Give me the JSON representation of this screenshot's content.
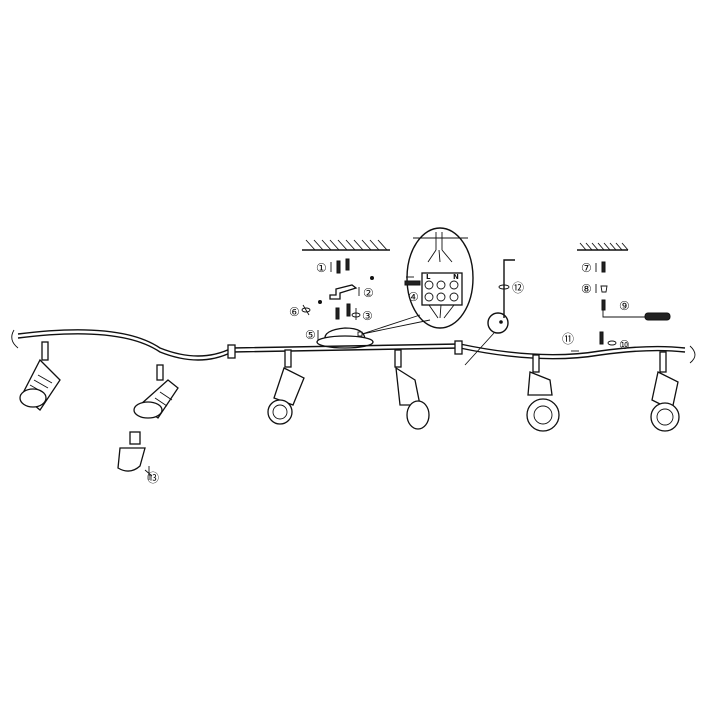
{
  "diagram": {
    "title": "Spotlight bar installation diagram",
    "steps": [
      "①",
      "②",
      "③",
      "④",
      "⑤",
      "⑥",
      "⑦",
      "⑧",
      "⑨",
      "⑩",
      "⑪",
      "⑫",
      "⑬"
    ],
    "terminal_labels": {
      "live": "L",
      "neutral": "N"
    }
  }
}
